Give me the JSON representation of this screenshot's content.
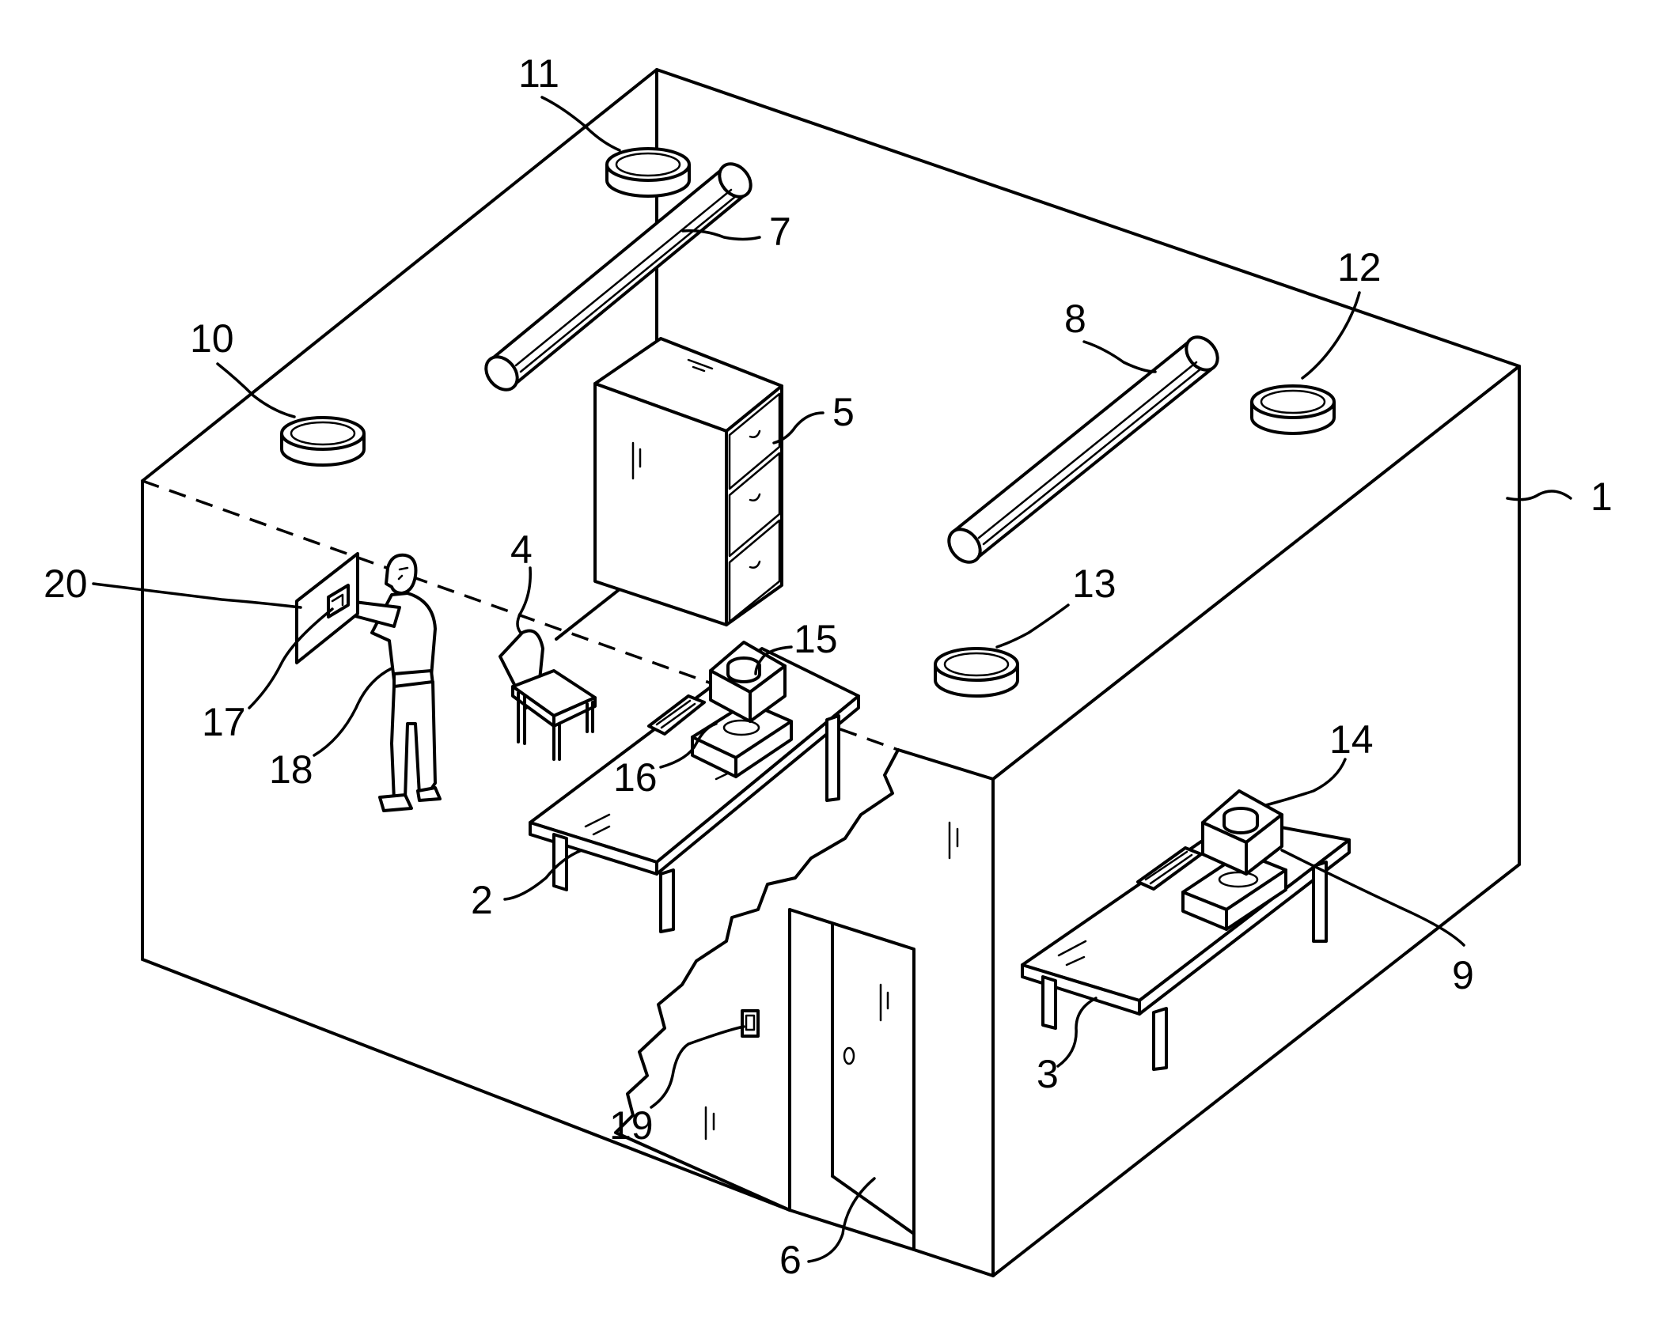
{
  "labels": {
    "room": "1",
    "desk_center": "2",
    "desk_right": "3",
    "chair": "4",
    "cabinet": "5",
    "door": "6",
    "light_tube_left": "7",
    "light_tube_right": "8",
    "cable": "9",
    "ceiling_fixture_10": "10",
    "ceiling_fixture_11": "11",
    "ceiling_fixture_12": "12",
    "ceiling_fixture_13": "13",
    "computer_right": "14",
    "computer_center": "15",
    "computer_base": "16",
    "wall_panel_button": "17",
    "person": "18",
    "wall_switch": "19",
    "wall_panel": "20"
  },
  "style": {
    "line_color": "#000000",
    "background": "#ffffff"
  }
}
